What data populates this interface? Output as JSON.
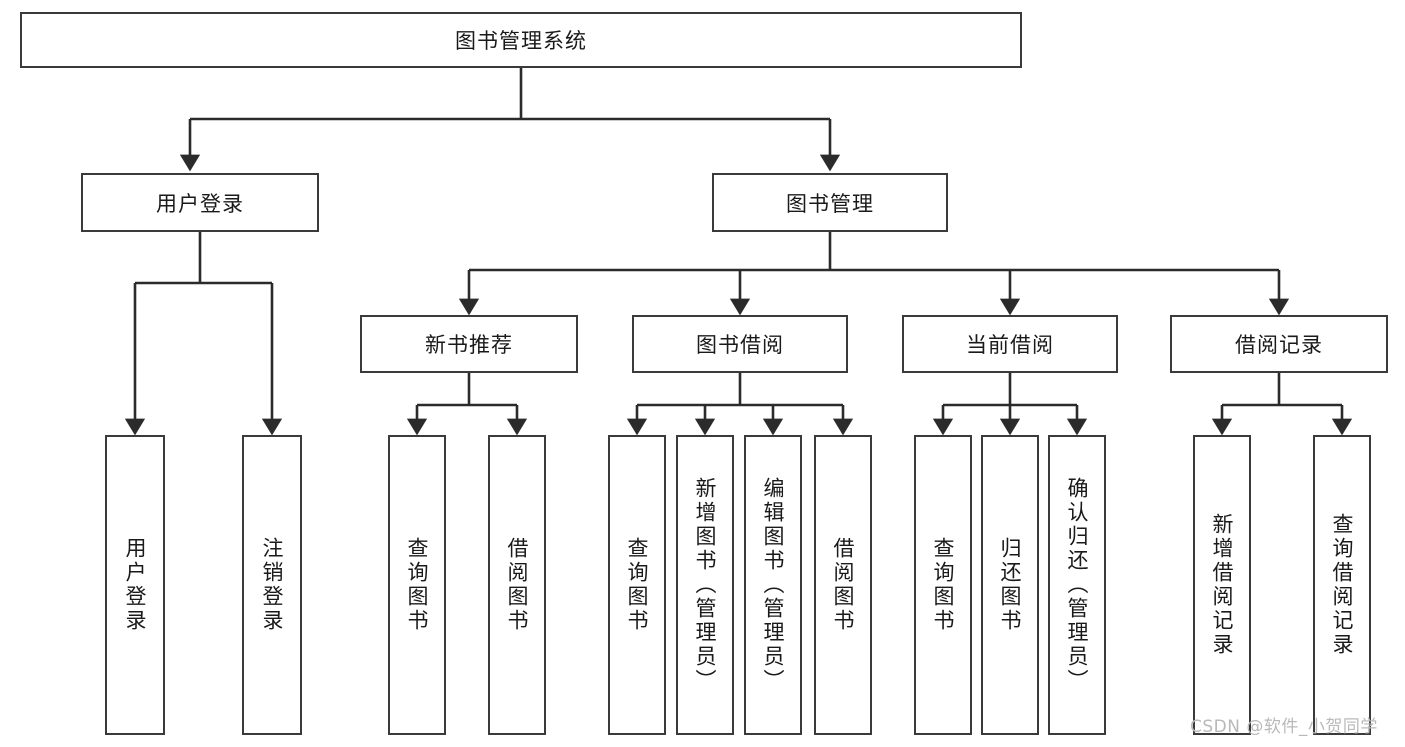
{
  "diagram": {
    "title": "图书管理系统",
    "type": "tree-hierarchy-diagram",
    "colors": {
      "background": "#ffffff",
      "box_border": "#3a3a3a",
      "box_fill": "#ffffff",
      "connector": "#2b2b2b",
      "text": "#1a1a1a",
      "watermark": "#b9b9b9"
    },
    "root": {
      "label": "图书管理系统"
    },
    "level2": [
      {
        "label": "用户登录"
      },
      {
        "label": "图书管理"
      }
    ],
    "level3": [
      {
        "label": "新书推荐"
      },
      {
        "label": "图书借阅"
      },
      {
        "label": "当前借阅"
      },
      {
        "label": "借阅记录"
      }
    ],
    "leaves": {
      "user_login": [
        {
          "label": "用户登录"
        },
        {
          "label": "注销登录"
        }
      ],
      "new_book_recommend": [
        {
          "label": "查询图书"
        },
        {
          "label": "借阅图书"
        }
      ],
      "book_borrow": [
        {
          "label": "查询图书"
        },
        {
          "label": "新增图书（管理员）"
        },
        {
          "label": "编辑图书（管理员）"
        },
        {
          "label": "借阅图书"
        }
      ],
      "current_borrow": [
        {
          "label": "查询图书"
        },
        {
          "label": "归还图书"
        },
        {
          "label": "确认归还（管理员）"
        }
      ],
      "borrow_record": [
        {
          "label": "新增借阅记录"
        },
        {
          "label": "查询借阅记录"
        }
      ]
    }
  },
  "watermark": {
    "text": "CSDN @软件_小贺同学"
  }
}
